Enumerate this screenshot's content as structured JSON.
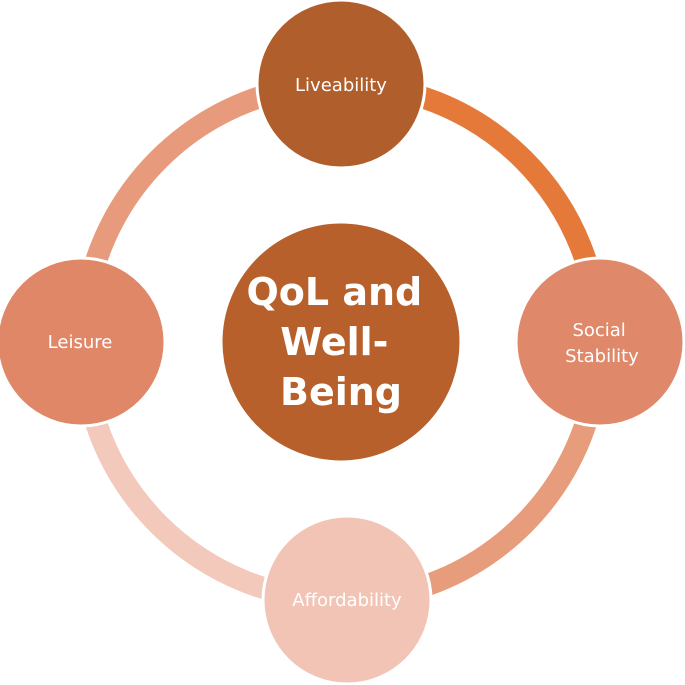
{
  "center": {
    "lines": [
      "QoL and",
      "Well-",
      "Being"
    ],
    "color": "#B8602C"
  },
  "nodes": [
    {
      "id": "liveability",
      "lines": [
        "Liveability"
      ],
      "color": "#B05E2B"
    },
    {
      "id": "social-stability",
      "lines": [
        "Social",
        "Stability"
      ],
      "color": "#E0896A"
    },
    {
      "id": "affordability",
      "lines": [
        "Affordability"
      ],
      "color": "#F1C4B5"
    },
    {
      "id": "leisure",
      "lines": [
        "Leisure"
      ],
      "color": "#DF8767"
    }
  ],
  "connectors": [
    {
      "from": "liveability",
      "to": "social-stability",
      "color": "#E5793A"
    },
    {
      "from": "social-stability",
      "to": "affordability",
      "color": "#E79C7C"
    },
    {
      "from": "affordability",
      "to": "leisure",
      "color": "#F2C9BB"
    },
    {
      "from": "leisure",
      "to": "liveability",
      "color": "#E89B7C"
    }
  ]
}
